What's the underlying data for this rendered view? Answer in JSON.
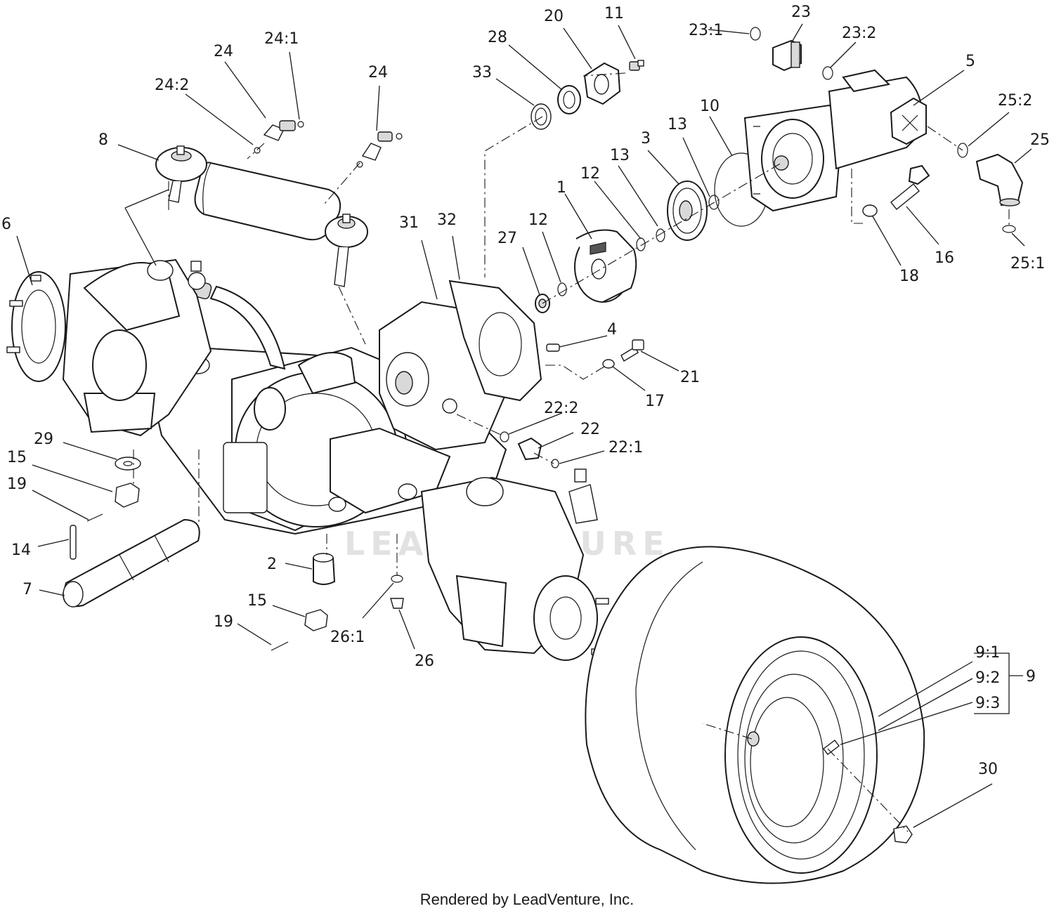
{
  "footer_text": "Rendered by LeadVenture, Inc.",
  "watermark_text": "LEADVENTURE",
  "callouts": {
    "c1": "1",
    "c2": "2",
    "c3": "3",
    "c4": "4",
    "c5": "5",
    "c6": "6",
    "c7": "7",
    "c8": "8",
    "c9": "9",
    "c9_1": "9:1",
    "c9_2": "9:2",
    "c9_3": "9:3",
    "c10": "10",
    "c11": "11",
    "c12a": "12",
    "c12b": "12",
    "c13a": "13",
    "c13b": "13",
    "c14": "14",
    "c15a": "15",
    "c15b": "15",
    "c16": "16",
    "c17": "17",
    "c18": "18",
    "c19a": "19",
    "c19b": "19",
    "c20": "20",
    "c21": "21",
    "c22": "22",
    "c22_1": "22:1",
    "c22_2": "22:2",
    "c23": "23",
    "c23_1": "23:1",
    "c23_2": "23:2",
    "c24a": "24",
    "c24b": "24",
    "c24_1": "24:1",
    "c24_2": "24:2",
    "c25": "25",
    "c25_1": "25:1",
    "c25_2": "25:2",
    "c26": "26",
    "c26_1": "26:1",
    "c27": "27",
    "c28": "28",
    "c29": "29",
    "c30": "30",
    "c31": "31",
    "c32": "32",
    "c33": "33"
  }
}
